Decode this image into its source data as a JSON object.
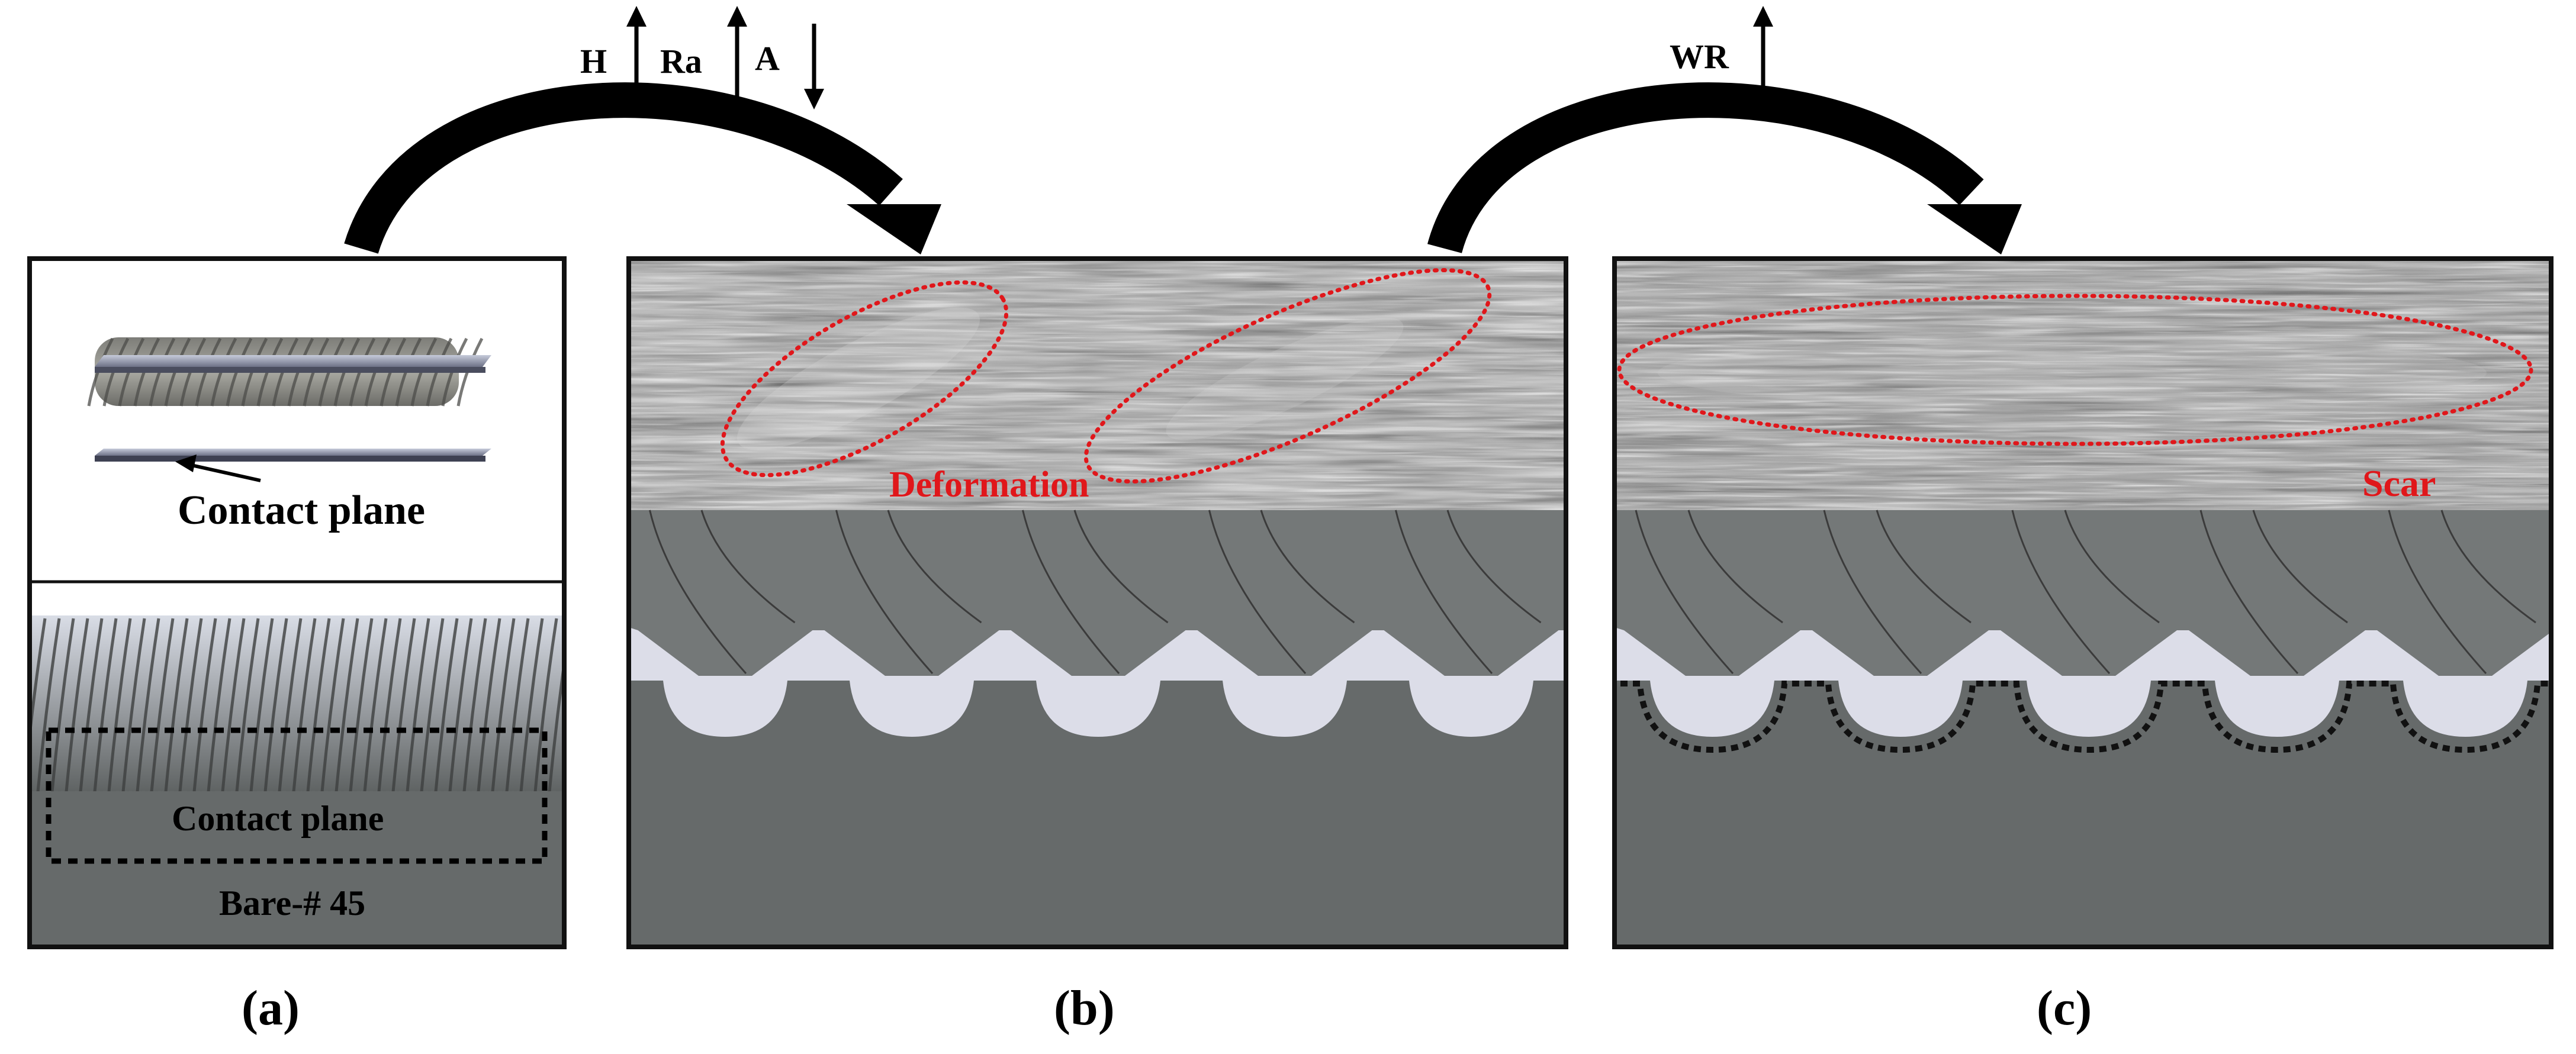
{
  "annotations": {
    "arrow1_symbols": [
      "H",
      "Ra",
      "A"
    ],
    "arrow2_symbols": [
      "WR"
    ]
  },
  "panel_a": {
    "top_label": "Contact plane",
    "box_label": "Contact plane",
    "sample_label": "Bare-# 45",
    "caption": "(a)"
  },
  "panel_b": {
    "photo_label": "Deformation",
    "caption": "(b)"
  },
  "panel_c": {
    "photo_label": "Scar",
    "caption": "(c)"
  },
  "colors": {
    "steel_gray": "#666a6a",
    "strand_gray": "#747878",
    "gap_light": "#dcdde8",
    "highlight_red": "#e0171b",
    "photo_dark": "#232323",
    "frame": "#111111"
  }
}
